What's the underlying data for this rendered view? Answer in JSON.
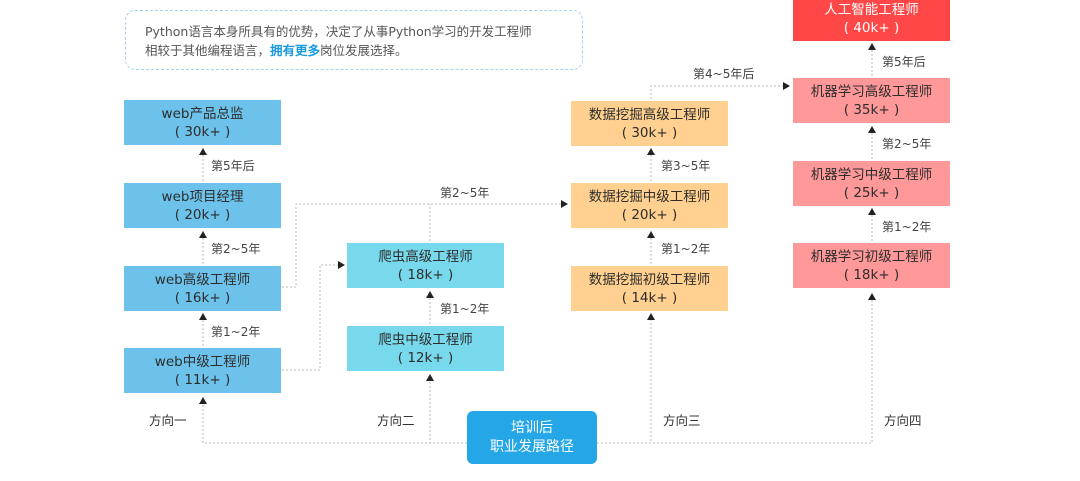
{
  "intro": {
    "line1": "Python语言本身所具有的优势，决定了从事Python学习的开发工程师",
    "line2_prefix": "相较于其他编程语言，",
    "line2_highlight": "拥有更多",
    "line2_suffix": "岗位发展选择。"
  },
  "center": {
    "line1": "培训后",
    "line2": "职业发展路径"
  },
  "directions": [
    "方向一",
    "方向二",
    "方向三",
    "方向四"
  ],
  "web": {
    "mid": {
      "title": "web中级工程师",
      "salary": "( 11k+ )"
    },
    "senior": {
      "title": "web高级工程师",
      "salary": "( 16k+ )"
    },
    "pm": {
      "title": "web项目经理",
      "salary": "( 20k+ )"
    },
    "director": {
      "title": "web产品总监",
      "salary": "( 30k+ )"
    }
  },
  "spider": {
    "mid": {
      "title": "爬虫中级工程师",
      "salary": "( 12k+ )"
    },
    "senior": {
      "title": "爬虫高级工程师",
      "salary": "( 18k+ )"
    }
  },
  "mining": {
    "junior": {
      "title": "数据挖掘初级工程师",
      "salary": "( 14k+ )"
    },
    "mid": {
      "title": "数据挖掘中级工程师",
      "salary": "( 20k+ )"
    },
    "senior": {
      "title": "数据挖掘高级工程师",
      "salary": "( 30k+ )"
    }
  },
  "ml": {
    "junior": {
      "title": "机器学习初级工程师",
      "salary": "( 18k+ )"
    },
    "mid": {
      "title": "机器学习中级工程师",
      "salary": "( 25k+ )"
    },
    "senior": {
      "title": "机器学习高级工程师",
      "salary": "( 35k+ )"
    },
    "ai": {
      "title": "人工智能工程师",
      "salary": "( 40k+ )"
    }
  },
  "labels": {
    "web_1_2": "第1~2年",
    "web_2_5": "第2~5年",
    "web_5": "第5年后",
    "spider_1_2": "第1~2年",
    "cross_2_5": "第2~5年",
    "mining_1_2": "第1~2年",
    "mining_3_5": "第3~5年",
    "cross_4_5": "第4~5年后",
    "ml_1_2": "第1~2年",
    "ml_2_5": "第2~5年",
    "ml_5": "第5年后"
  },
  "colors": {
    "web": "#6cc2ea",
    "spider": "#78d9ec",
    "mining": "#ffd08f",
    "ml": "#ff9898",
    "ai": "#ff4747",
    "center": "#25a6e6"
  }
}
